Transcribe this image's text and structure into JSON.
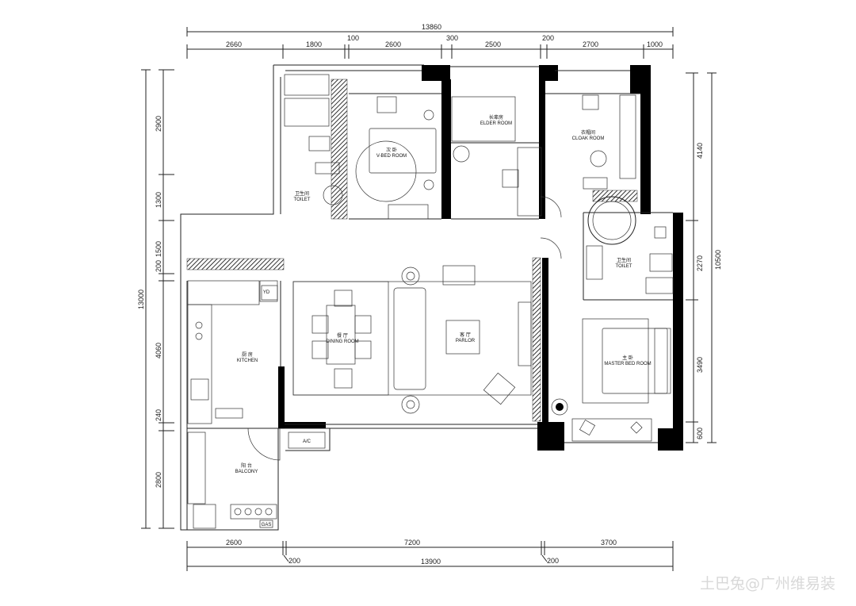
{
  "dimensions": {
    "top_total": "13860",
    "top": [
      "2660",
      "1800",
      "100",
      "2600",
      "300",
      "2500",
      "200",
      "2700",
      "1000"
    ],
    "left_total": "13000",
    "left": [
      "2900",
      "1300",
      "1500",
      "200",
      "4060",
      "240",
      "2800"
    ],
    "right_total": "10500",
    "right": [
      "4140",
      "2270",
      "3490",
      "600"
    ],
    "bottom_total": "13900",
    "bottom": [
      "2600",
      "7200",
      "3700"
    ],
    "bottom_small": [
      "200",
      "200"
    ]
  },
  "rooms": {
    "second_bedroom": {
      "zh": "次 卧",
      "en": "V-BED ROOM"
    },
    "elder_room": {
      "zh": "长辈房",
      "en": "ELDER ROOM"
    },
    "cloak_room": {
      "zh": "衣帽间",
      "en": "CLOAK ROOM"
    },
    "toilet_1": {
      "zh": "卫生间",
      "en": "TOILET"
    },
    "toilet_2": {
      "zh": "卫生间",
      "en": "TOILET"
    },
    "dining_room": {
      "zh": "餐 厅",
      "en": "DINING ROOM"
    },
    "parlor": {
      "zh": "客 厅",
      "en": "PARLOR"
    },
    "master_bedroom": {
      "zh": "主 卧",
      "en": "MASTER BED ROOM"
    },
    "kitchen": {
      "zh": "厨 房",
      "en": "KITCHEN"
    },
    "balcony": {
      "zh": "阳 台",
      "en": "BALCONY"
    }
  },
  "fixtures": {
    "yd": "YD",
    "gas": "GAS",
    "ac": "A/C"
  },
  "watermark": "土巴兔@广州维易装"
}
